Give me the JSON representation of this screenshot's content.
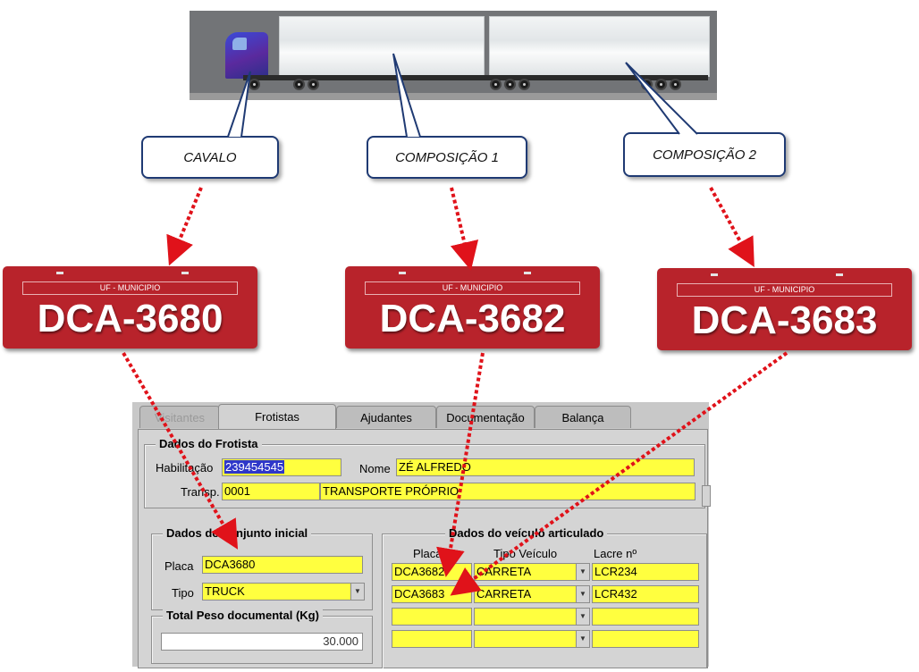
{
  "callouts": [
    {
      "label": "CAVALO"
    },
    {
      "label": "COMPOSIÇÃO 1"
    },
    {
      "label": "COMPOSIÇÃO 2"
    }
  ],
  "plates": [
    {
      "region": "UF -  MUNICIPIO",
      "number": "DCA-3680"
    },
    {
      "region": "UF -  MUNICIPIO",
      "number": "DCA-3682"
    },
    {
      "region": "UF -  MUNICIPIO",
      "number": "DCA-3683"
    }
  ],
  "colors": {
    "plate_red": "#b8232b",
    "arrow_red": "#e0121a",
    "field_yellow": "#ffff3f",
    "callout_border": "#1f3a73",
    "selection_blue": "#2e37c9"
  },
  "form": {
    "tabs": [
      {
        "label": "Visitantes",
        "state": "disabled"
      },
      {
        "label": "Frotistas",
        "state": "active"
      },
      {
        "label": "Ajudantes",
        "state": "normal"
      },
      {
        "label": "Documentação",
        "state": "normal"
      },
      {
        "label": "Balança",
        "state": "normal"
      }
    ],
    "frotista": {
      "title": "Dados do Frotista",
      "habilitacao_label": "Habilitação",
      "habilitacao_value": "239454545",
      "nome_label": "Nome",
      "nome_value": "ZÉ ALFREDO",
      "transp_label": "Transp.",
      "transp_code": "0001",
      "transp_name": "TRANSPORTE PRÓPRIO"
    },
    "conjunto": {
      "title": "Dados do conjunto inicial",
      "placa_label": "Placa",
      "placa_value": "DCA3680",
      "tipo_label": "Tipo",
      "tipo_value": "TRUCK"
    },
    "peso": {
      "title": "Total Peso documental (Kg)",
      "value": "30.000"
    },
    "articulado": {
      "title": "Dados do veículo articulado",
      "headers": [
        "Placa",
        "Tipo Veículo",
        "Lacre nº"
      ],
      "rows": [
        {
          "placa": "DCA3682",
          "tipo": "CARRETA",
          "lacre": "LCR234"
        },
        {
          "placa": "DCA3683",
          "tipo": "CARRETA",
          "lacre": "LCR432"
        },
        {
          "placa": "",
          "tipo": "",
          "lacre": ""
        },
        {
          "placa": "",
          "tipo": "",
          "lacre": ""
        }
      ]
    }
  }
}
